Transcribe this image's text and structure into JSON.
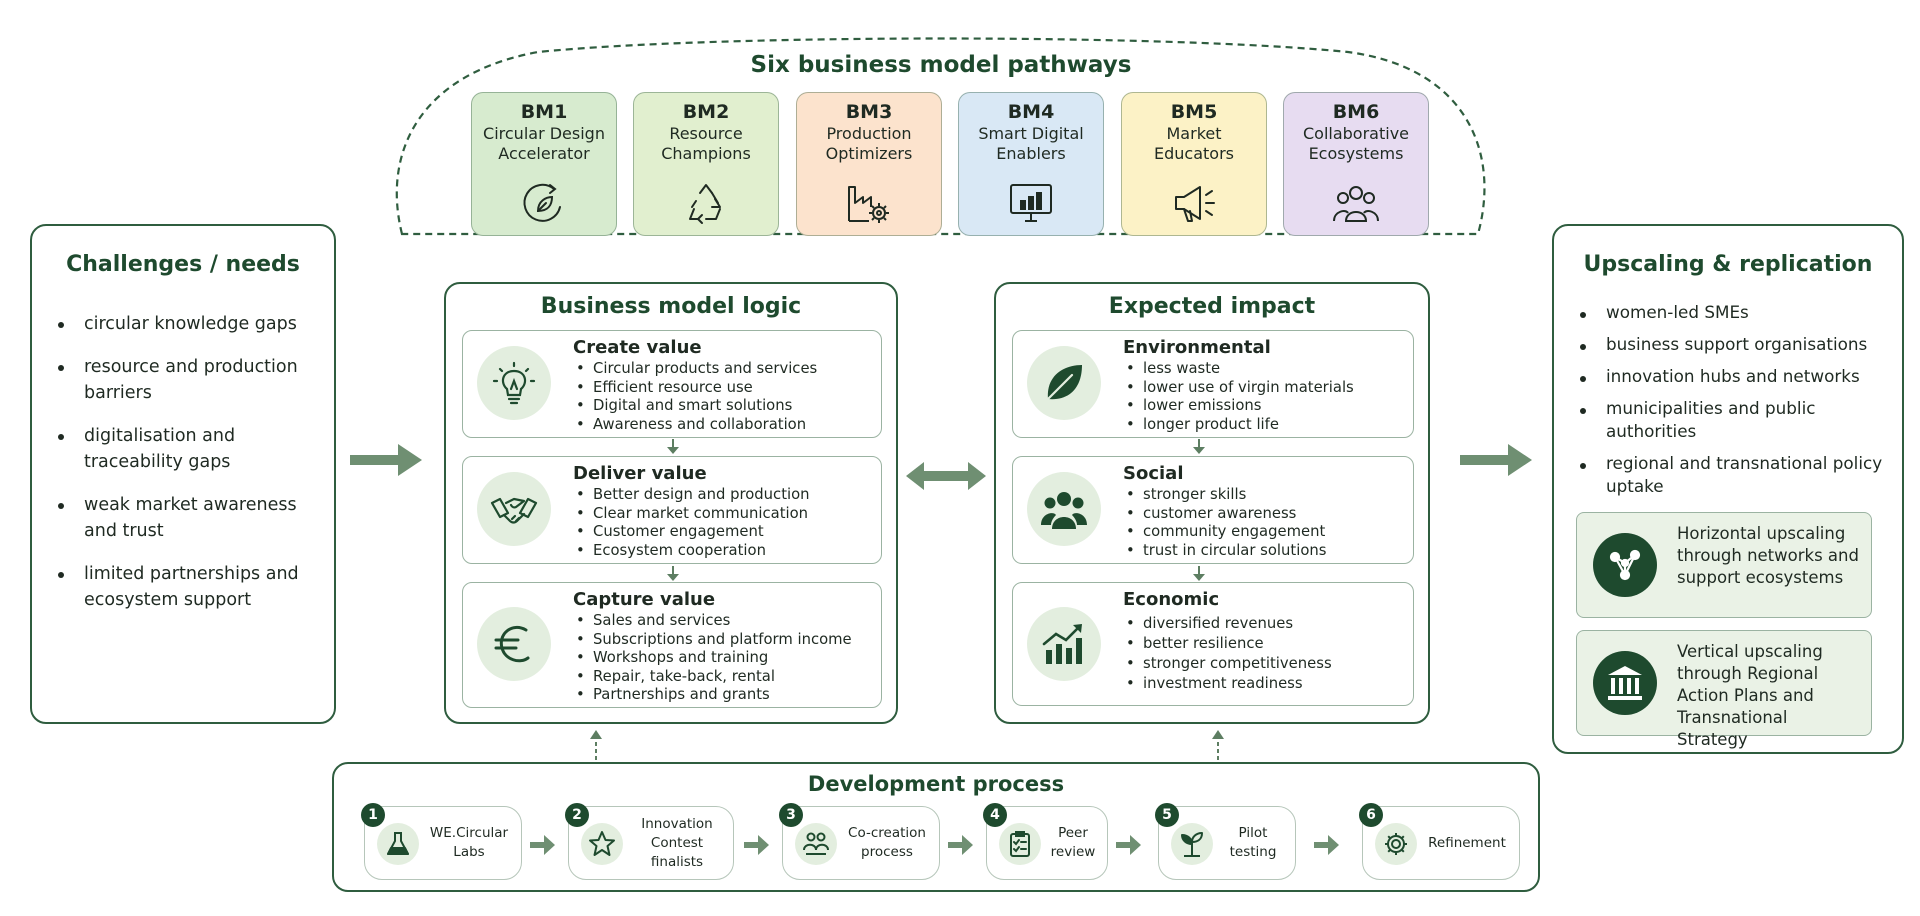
{
  "pathways": {
    "title": "Six business model pathways",
    "items": [
      {
        "code": "BM1",
        "name": "Circular Design Accelerator",
        "color": "#d7ebcf",
        "icon": "circular-leaf-icon"
      },
      {
        "code": "BM2",
        "name": "Resource Champions",
        "color": "#e1efcf",
        "icon": "recycle-icon"
      },
      {
        "code": "BM3",
        "name": "Production Optimizers",
        "color": "#fce3cd",
        "icon": "factory-gear-icon"
      },
      {
        "code": "BM4",
        "name": "Smart Digital Enablers",
        "color": "#d9e8f5",
        "icon": "monitor-chart-icon"
      },
      {
        "code": "BM5",
        "name": "Market Educators",
        "color": "#fcf2c6",
        "icon": "megaphone-icon"
      },
      {
        "code": "BM6",
        "name": "Collaborative Ecosystems",
        "color": "#e7dcf1",
        "icon": "people-group-icon"
      }
    ]
  },
  "challenges": {
    "title": "Challenges / needs",
    "items": [
      "circular knowledge gaps",
      "resource and production barriers",
      "digitalisation and traceability gaps",
      "weak market awareness and trust",
      "limited partnerships and ecosystem support"
    ]
  },
  "logic": {
    "title": "Business model logic",
    "sections": [
      {
        "title": "Create value",
        "icon": "lightbulb-icon",
        "items": [
          "Circular products and services",
          "Efficient resource use",
          "Digital and smart solutions",
          "Awareness and collaboration"
        ]
      },
      {
        "title": "Deliver value",
        "icon": "handshake-icon",
        "items": [
          "Better design and production",
          "Clear market communication",
          "Customer engagement",
          "Ecosystem cooperation"
        ]
      },
      {
        "title": "Capture value",
        "icon": "euro-icon",
        "items": [
          "Sales and services",
          "Subscriptions and platform income",
          "Workshops and training",
          "Repair, take-back, rental",
          "Partnerships and grants"
        ]
      }
    ]
  },
  "impact": {
    "title": "Expected impact",
    "sections": [
      {
        "title": "Environmental",
        "icon": "leaf-icon",
        "items": [
          "less waste",
          "lower use of virgin materials",
          "lower emissions",
          "longer product life"
        ]
      },
      {
        "title": "Social",
        "icon": "people-icon",
        "items": [
          "stronger skills",
          "customer awareness",
          "community engagement",
          "trust in circular solutions"
        ]
      },
      {
        "title": "Economic",
        "icon": "growth-chart-icon",
        "items": [
          "diversified revenues",
          "better resilience",
          "stronger competitiveness",
          "investment readiness"
        ]
      }
    ]
  },
  "upscaling": {
    "title": "Upscaling & replication",
    "items": [
      "women-led SMEs",
      "business support organisations",
      "innovation hubs and networks",
      "municipalities and public authorities",
      "regional and transnational policy uptake"
    ],
    "boxes": [
      {
        "text": "Horizontal upscaling through networks and support ecosystems",
        "icon": "network-icon"
      },
      {
        "text": "Vertical upscaling through Regional Action Plans and Transnational Strategy",
        "icon": "government-building-icon"
      }
    ]
  },
  "process": {
    "title": "Development process",
    "steps": [
      {
        "num": "1",
        "label": "WE.Circular\nLabs",
        "icon": "flask-icon"
      },
      {
        "num": "2",
        "label": "Innovation\nContest finalists",
        "icon": "star-icon"
      },
      {
        "num": "3",
        "label": "Co-creation\nprocess",
        "icon": "co-creation-people-icon"
      },
      {
        "num": "4",
        "label": "Peer\nreview",
        "icon": "checklist-icon"
      },
      {
        "num": "5",
        "label": "Pilot\ntesting",
        "icon": "sprout-icon"
      },
      {
        "num": "6",
        "label": "Refinement",
        "icon": "gear-icon"
      }
    ]
  },
  "colors": {
    "dark_green": "#1e4a2e",
    "border_green": "#2f5d3f",
    "arrow_green": "#6f8f72",
    "icon_bg": "#e3eedf"
  }
}
